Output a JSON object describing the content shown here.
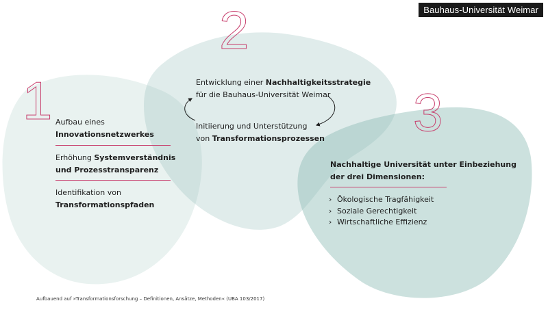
{
  "logo": "Bauhaus-Universität Weimar",
  "numbers": [
    "1",
    "2",
    "3"
  ],
  "section1": {
    "item1": {
      "line1": "Aufbau eines",
      "line2": "Innovationsnetzwerkes"
    },
    "item2": {
      "line1_pre": "Erhöhung ",
      "line1_bold": "Systemverständnis",
      "line2": "und Prozesstransparenz"
    },
    "item3": {
      "line1": "Identifikation von",
      "line2": "Transformationspfaden"
    }
  },
  "section2": {
    "top": {
      "pre": "Entwicklung einer ",
      "bold": "Nachhaltigkeitsstrategie",
      "line2": "für die Bauhaus-Universität Weimar"
    },
    "bottom": {
      "line1": "Initiierung und Unterstützung",
      "line2_pre": "von ",
      "line2_bold": "Transformationsprozessen"
    }
  },
  "section3": {
    "heading_line1": "Nachhaltige Universität unter Einbeziehung",
    "heading_line2": "der drei Dimensionen:",
    "items": [
      "Ökologische Tragfähigkeit",
      "Soziale Gerechtigkeit",
      "Wirtschaftliche Effizienz"
    ],
    "chevron": "›"
  },
  "footnote": "Aufbauend auf »Transformationsforschung – Definitionen, Ansätze, Methoden« (UBA 103/2017)",
  "colors": {
    "accent": "#c8406e",
    "blob": "#8fbcb6",
    "text": "#1e1e1e"
  }
}
